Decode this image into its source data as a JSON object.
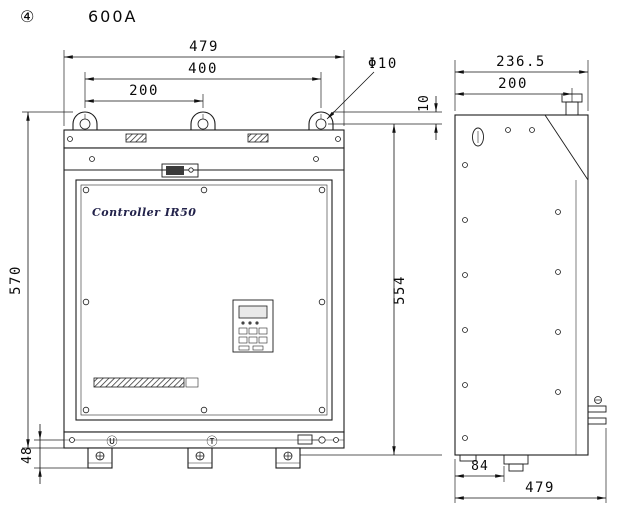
{
  "header": {
    "index": "④",
    "rating": "600A"
  },
  "front": {
    "brand": "Controller IR50",
    "terminal_u": "Ⓤ",
    "terminal_t": "Ⓣ"
  },
  "dims": {
    "total_width": "479",
    "hole_span_h": "400",
    "hole_half_span": "200",
    "hole_dia": "Φ10",
    "hole_top_offset": "10",
    "total_height": "570",
    "hole_span_v": "554",
    "busbar_drop": "48",
    "depth_total": "236.5",
    "depth_mount": "200",
    "base_offset": "84",
    "side_height": "479"
  }
}
